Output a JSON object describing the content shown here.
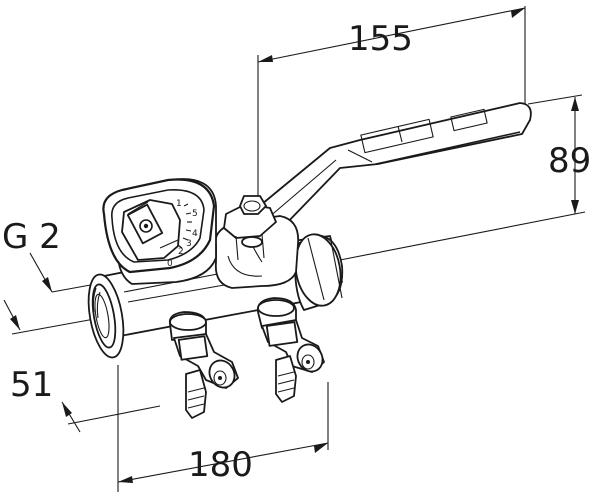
{
  "dimensions": {
    "length_top": "155",
    "height_right": "89",
    "thread": "G 2",
    "offset_left": "51",
    "length_bottom": "180"
  },
  "gauge_scale": [
    "0",
    "1",
    "2",
    "3",
    "4",
    "5"
  ]
}
